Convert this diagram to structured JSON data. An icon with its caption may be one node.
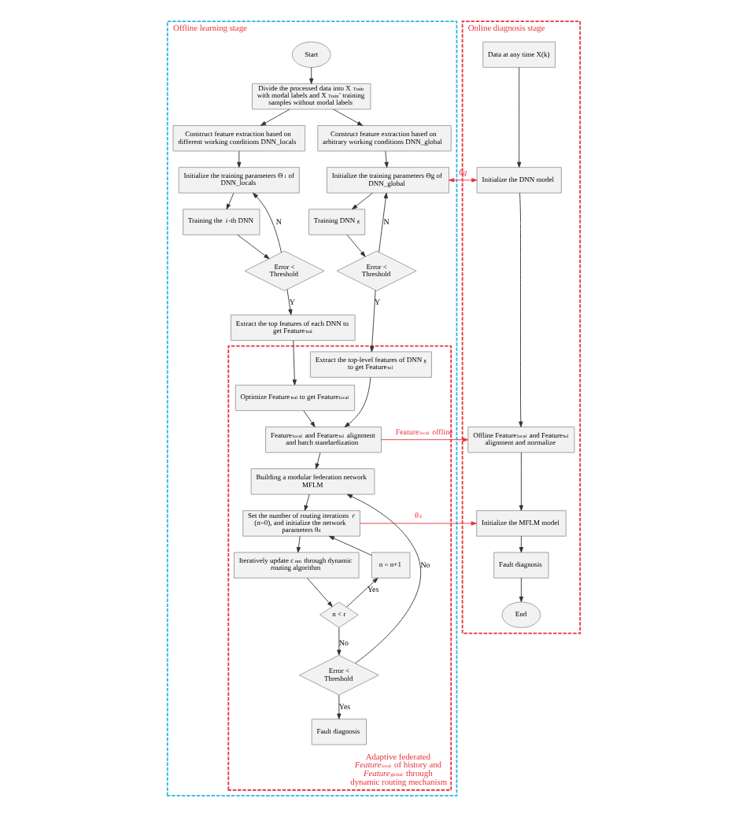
{
  "diagram": {
    "nodes": [
      {
        "text": [
          "Offline learning stage"
        ]
      },
      {
        "text": [
          "Start"
        ],
        "in": 0
      },
      {
        "text": [
          "Divide the processed data into X$_{Train}$ with modal labels and X$_{Train}$' training samples without modal labels"
        ],
        "in": 0
      },
      {
        "text": [
          "Construct feature extraction based on different working conditions DNN_locals"
        ],
        "in": 0
      },
      {
        "text": [
          "Initialize the training parameters Θ$_{l}$ of DNN_locals"
        ],
        "in": 0
      },
      {
        "text": [
          "Training the *i*-th DNN"
        ],
        "in": 0
      },
      {
        "text": [
          "Error < Threshold"
        ],
        "in": 0
      },
      {
        "text": [
          "Extract the top features of each DNN to get Feature$_{tral}$"
        ],
        "in": 0
      },
      {
        "text": [
          "Construct feature extraction based on arbitrary working conditions DNN_global"
        ],
        "in": 0
      },
      {
        "text": [
          "Initialize the training parameters Θg of DNN_global"
        ],
        "in": 0
      },
      {
        "text": [
          "Training DNN$_{g}$"
        ],
        "in": 0
      },
      {
        "text": [
          "Error < Threshold"
        ],
        "in": 0
      },
      {
        "text": [
          "Adaptive federated *Feature*$_{local}$ of history and *Feature*$_{global}$ through dynamic routing mechanism"
        ],
        "in": 0
      },
      {
        "text": [
          "Optimize Feature$_{tral}$ to get Feature$_{local}$"
        ],
        "in": 12
      },
      {
        "text": [
          "Extract the top-level features of DNN$_{g}$ to get Feature$_{tol}$"
        ],
        "in": 12
      },
      {
        "text": [
          "Feature$_{local}$ and Feature$_{tol}$ alignment and batch standardization"
        ],
        "in": 12
      },
      {
        "text": [
          "Building a modular federation network MFLM"
        ],
        "in": 12
      },
      {
        "text": [
          "Set the number of routing iterations *r* (n=0), and initialize the network parameters θ$_{d}$"
        ],
        "in": 12
      },
      {
        "text": [
          "n = n+1"
        ],
        "in": 12
      },
      {
        "text": [
          "Iteratively update c$_{nm}$ through dynamic routing algorithm"
        ],
        "in": 12
      },
      {
        "text": [
          "n < r"
        ],
        "in": 12
      },
      {
        "text": [
          "Error < Threshold"
        ],
        "in": 12
      },
      {
        "text": [
          "Fault diagnosis"
        ],
        "in": 12
      },
      {
        "text": [
          "Online diagnosis stage"
        ]
      },
      {
        "text": [
          "Data at any time X(k)"
        ],
        "in": 23
      },
      {
        "text": [
          "Initialize the DNN model"
        ],
        "in": 23
      },
      {
        "text": [
          "Offline Feature$_{local}$ and Feature$_{tol}$ alignment and normalize"
        ],
        "in": 23
      },
      {
        "text": [
          "Initialize the MFLM model"
        ],
        "in": 23
      },
      {
        "text": [
          "Fault diagnosis"
        ],
        "in": 23
      },
      {
        "text": [
          "End"
        ],
        "in": 23
      }
    ],
    "edges": [
      {
        "from": 1,
        "to": 2,
        "arrow": "to"
      },
      {
        "from": 2,
        "to": 3,
        "arrow": "to"
      },
      {
        "from": 2,
        "to": 8,
        "arrow": "to"
      },
      {
        "from": 3,
        "to": 4,
        "arrow": "to"
      },
      {
        "from": 4,
        "to": 5,
        "arrow": "to"
      },
      {
        "from": 5,
        "to": 6,
        "arrow": "to"
      },
      {
        "from": 6,
        "to": 4,
        "arrow": "to",
        "label": "N"
      },
      {
        "from": 6,
        "to": 7,
        "arrow": "to",
        "label": "Y"
      },
      {
        "from": 8,
        "to": 9,
        "arrow": "to"
      },
      {
        "from": 9,
        "to": 10,
        "arrow": "to"
      },
      {
        "from": 10,
        "to": 11,
        "arrow": "to"
      },
      {
        "from": 11,
        "to": 9,
        "arrow": "to",
        "label": "N"
      },
      {
        "from": 11,
        "to": 14,
        "arrow": "to",
        "label": "Y"
      },
      {
        "from": 9,
        "to": 25,
        "arrow": "both",
        "label": "*θg*",
        "color": "#e8323c"
      },
      {
        "from": 7,
        "to": 13,
        "arrow": "to"
      },
      {
        "from": 13,
        "to": 15,
        "arrow": "to"
      },
      {
        "from": 14,
        "to": 15,
        "arrow": "to"
      },
      {
        "from": 15,
        "to": 26,
        "arrow": "to",
        "label": "Feature$_{local}$ offline",
        "color": "#e8323c"
      },
      {
        "from": 15,
        "to": 16,
        "arrow": "to"
      },
      {
        "from": 16,
        "to": 17,
        "arrow": "to"
      },
      {
        "from": 17,
        "to": 27,
        "arrow": "to",
        "label": "*θ*$_{d}$",
        "color": "#e8323c"
      },
      {
        "from": 17,
        "to": 19,
        "arrow": "to"
      },
      {
        "from": 19,
        "to": 20,
        "arrow": "to"
      },
      {
        "from": 20,
        "to": 18,
        "arrow": "to",
        "label": "Yes"
      },
      {
        "from": 18,
        "to": 17,
        "arrow": "to"
      },
      {
        "from": 20,
        "to": 21,
        "arrow": "to",
        "label": "No"
      },
      {
        "from": 21,
        "to": 16,
        "arrow": "to",
        "label": "No"
      },
      {
        "from": 21,
        "to": 22,
        "arrow": "to",
        "label": "Yes"
      },
      {
        "from": 24,
        "to": 25,
        "arrow": "to"
      },
      {
        "from": 25,
        "to": 26,
        "arrow": "to"
      },
      {
        "from": 26,
        "to": 27,
        "arrow": "to"
      },
      {
        "from": 27,
        "to": 28,
        "arrow": "to"
      },
      {
        "from": 28,
        "to": 29,
        "arrow": "to"
      }
    ]
  }
}
